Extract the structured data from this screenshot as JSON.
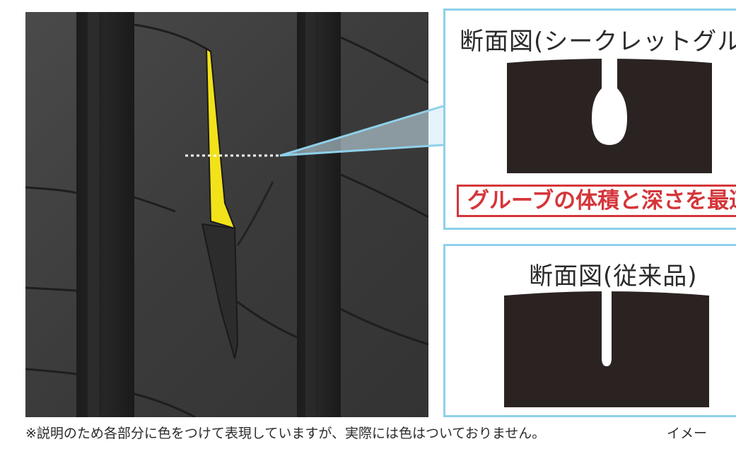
{
  "section_top": {
    "title": "断面図(シークレットグルーブ",
    "callout": "グルーブの体積と深さを最適化"
  },
  "section_bottom": {
    "title": "断面図(従来品)"
  },
  "footnote": {
    "text": "※説明のため各部分に色をつけて表現していますが、実際には色はついておりません。",
    "image_note": "イメー"
  },
  "colors": {
    "tire_dark": "#3d3d3d",
    "groove_black": "#1f1f1f",
    "highlight_yellow": "#f2e21a",
    "panel_border": "#8fd0ea",
    "callout_red": "#d4363a",
    "section_fill": "#2b2322"
  }
}
